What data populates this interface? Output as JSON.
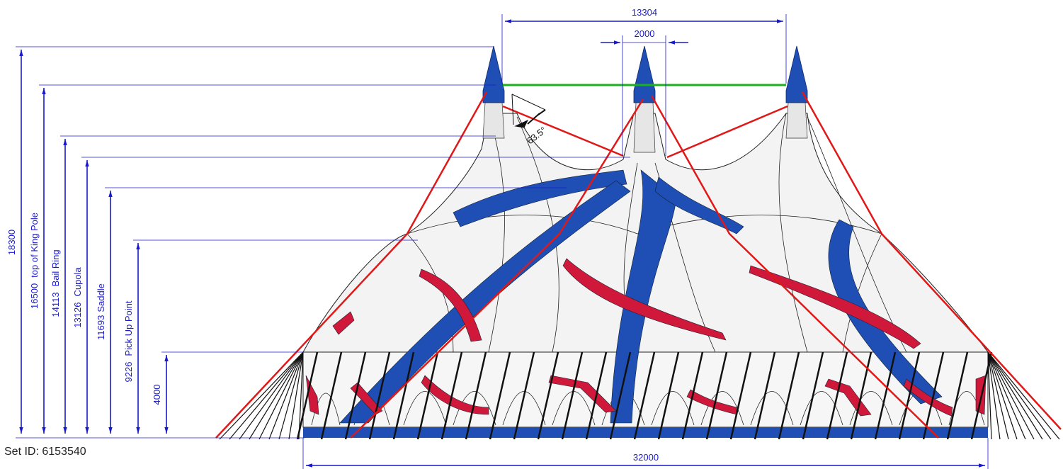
{
  "dimensions": {
    "top_width": "13304",
    "pole_spacing": "2000",
    "base_width": "32000",
    "angle": "63.5°"
  },
  "heights": [
    {
      "value": "18300",
      "label": ""
    },
    {
      "value": "16500",
      "label": "top of King Pole"
    },
    {
      "value": "14113",
      "label": "Bail Ring"
    },
    {
      "value": "13126",
      "label": "Cupola"
    },
    {
      "value": "11693",
      "label": "Saddle"
    },
    {
      "value": "9226",
      "label": "Pick Up Point"
    },
    {
      "value": "4000",
      "label": ""
    }
  ],
  "set_id": "Set ID: 6153540",
  "colors": {
    "dimension": "#1a1acc",
    "tent_blue": "#1f4fb5",
    "tent_red": "#d0193a",
    "guy_line": "#e01818",
    "king_pole_line": "#19b21d"
  }
}
